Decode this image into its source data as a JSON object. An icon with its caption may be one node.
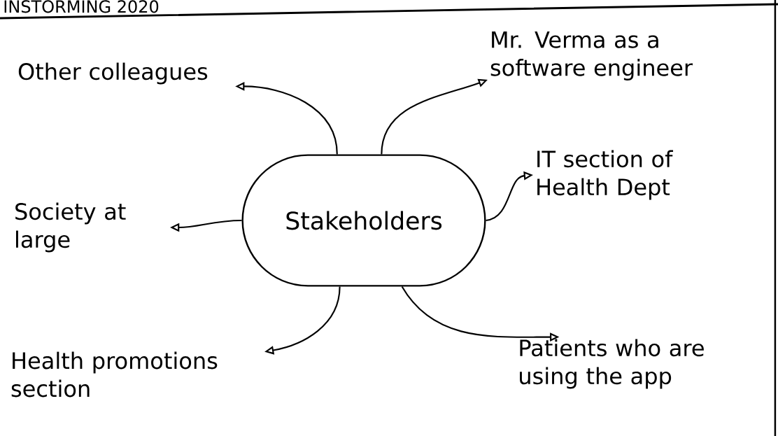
{
  "diagram": {
    "title": "INSTORMING 2020",
    "nodes": [
      {
        "text": [
          "Stakeholders"
        ]
      },
      {
        "text": [
          "Other colleagues"
        ]
      },
      {
        "text": [
          "Mr. Verma as a software engineer"
        ]
      },
      {
        "text": [
          "IT section of Health Dept"
        ]
      },
      {
        "text": [
          "Society at large"
        ]
      },
      {
        "text": [
          "Health promotions section"
        ]
      },
      {
        "text": [
          "Patients who are using the app"
        ]
      }
    ],
    "edges": [
      {
        "from": 0,
        "to": 1,
        "arrow": "to"
      },
      {
        "from": 0,
        "to": 2,
        "arrow": "to"
      },
      {
        "from": 0,
        "to": 3,
        "arrow": "to"
      },
      {
        "from": 0,
        "to": 4,
        "arrow": "to"
      },
      {
        "from": 0,
        "to": 5,
        "arrow": "to"
      },
      {
        "from": 0,
        "to": 6,
        "arrow": "to"
      }
    ]
  }
}
